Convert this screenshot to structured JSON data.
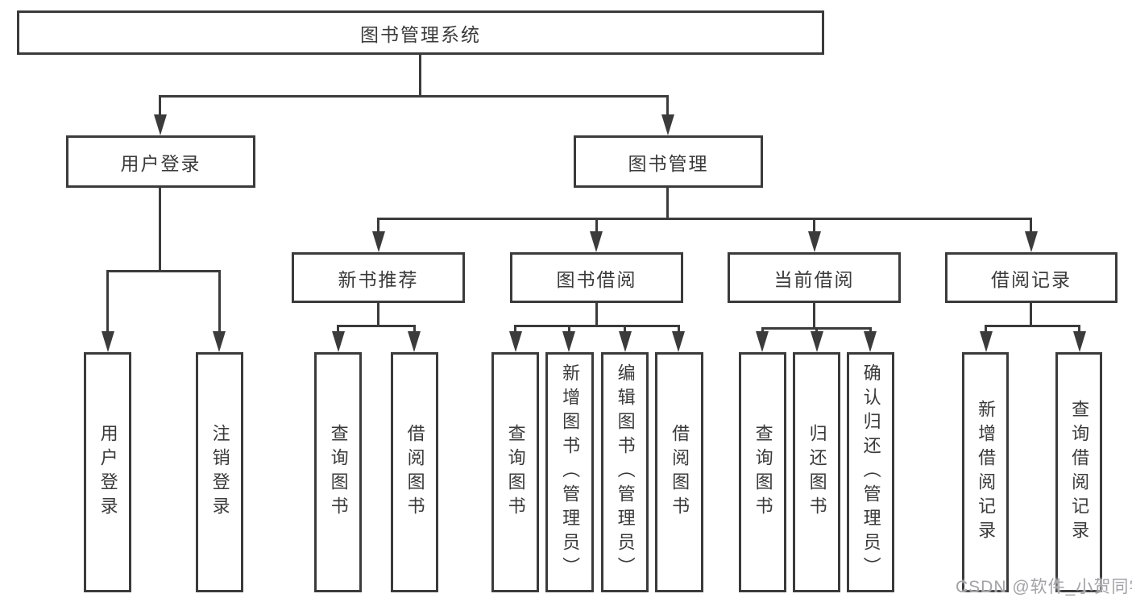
{
  "diagram": {
    "root": {
      "label": "图书管理系统"
    },
    "level2": [
      {
        "label": "用户登录"
      },
      {
        "label": "图书管理"
      }
    ],
    "level3": [
      {
        "label": "新书推荐"
      },
      {
        "label": "图书借阅"
      },
      {
        "label": "当前借阅"
      },
      {
        "label": "借阅记录"
      }
    ],
    "leaves": {
      "user_login": [
        "用户登录",
        "注销登录"
      ],
      "new_book": [
        "查询图书",
        "借阅图书"
      ],
      "book_borrow": [
        "查询图书",
        "新增图书（管理员）",
        "编辑图书（管理员）",
        "借阅图书"
      ],
      "current_borrow": [
        "查询图书",
        "归还图书",
        "确认归还（管理员）"
      ],
      "borrow_record": [
        "新增借阅记录",
        "查询借阅记录"
      ]
    }
  },
  "watermark": {
    "text": "CSDN @软件_小贺同学",
    "color": "#a2a2a8"
  },
  "colors": {
    "line": "#3b3b3b",
    "text": "#3a3a3a",
    "background": "#ffffff"
  }
}
